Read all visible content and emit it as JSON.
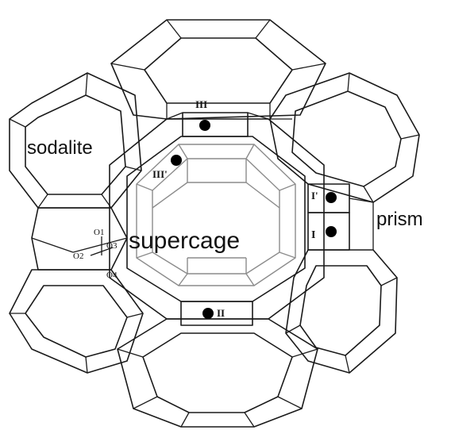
{
  "labels": {
    "sodalite": "sodalite",
    "supercage": "supercage",
    "prism": "prism"
  },
  "sites": {
    "iii": "III",
    "iii_prime": "III'",
    "i_prime": "I'",
    "i": "I",
    "ii": "II"
  },
  "oxygens": {
    "o1": "O1",
    "o2": "O2",
    "o3": "O3",
    "o4": "O4"
  },
  "colors": {
    "outline": "#1a1a1a",
    "inner_cage": "#8c8c8c",
    "cation": "#000000"
  }
}
